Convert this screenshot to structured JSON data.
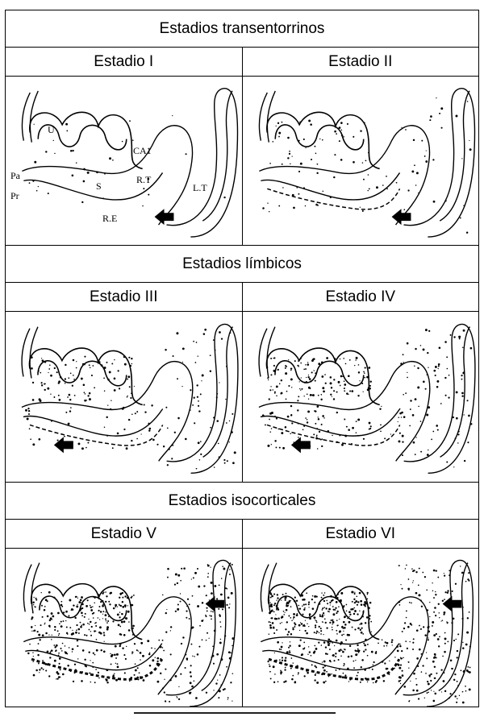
{
  "sections": [
    {
      "title": "Estadios transentorrinos",
      "stages": [
        "Estadio I",
        "Estadio II"
      ]
    },
    {
      "title": "Estadios límbicos",
      "stages": [
        "Estadio III",
        "Estadio IV"
      ]
    },
    {
      "title": "Estadios isocorticales",
      "stages": [
        "Estadio V",
        "Estadio VI"
      ]
    }
  ],
  "annotations": {
    "U": "U",
    "CA1": "CA1",
    "Pa": "Pa",
    "Pr": "Pr",
    "S": "S",
    "RT": "R.T",
    "LT": "L.T",
    "RE": "R.E"
  },
  "stage_density": {
    "Estadio I": 0.05,
    "Estadio II": 0.15,
    "Estadio III": 0.3,
    "Estadio IV": 0.45,
    "Estadio V": 0.75,
    "Estadio VI": 1.0
  },
  "colors": {
    "ink": "#000000",
    "paper": "#ffffff"
  }
}
